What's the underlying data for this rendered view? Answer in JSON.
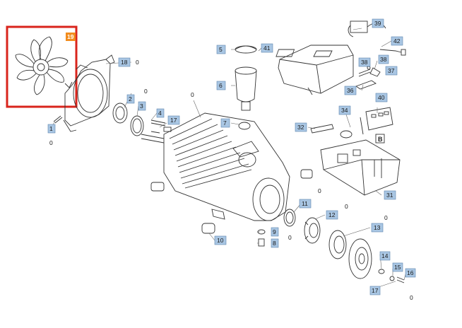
{
  "diagram": {
    "highlight_color": "#d9241c",
    "tag_color": "#a9c6e3",
    "highlighted_callout": "19",
    "callouts": {
      "c1": "1",
      "c2": "2",
      "c3": "3",
      "c4": "4",
      "c5": "5",
      "c6": "6",
      "c7": "7",
      "c8": "8",
      "c9": "9",
      "c10": "10",
      "c11": "11",
      "c12": "12",
      "c13": "13",
      "c14": "14",
      "c15": "15",
      "c16": "16",
      "c17a": "17",
      "c17b": "17",
      "c18": "18",
      "c31": "31",
      "c32": "32",
      "c34": "34",
      "c36": "36",
      "c37": "37",
      "c38": "38",
      "c39": "39",
      "c40": "40",
      "c41": "41",
      "c42": "42"
    },
    "zero": "0",
    "letter_b": "B"
  }
}
